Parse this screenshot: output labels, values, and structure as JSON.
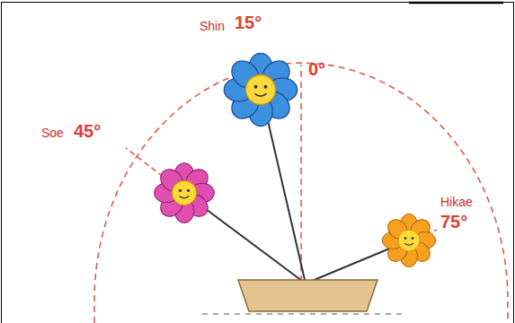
{
  "diagram": {
    "labels": [
      "Shin",
      "15°",
      "0°",
      "Soe",
      "45°",
      "Hikae",
      "75°"
    ]
  }
}
